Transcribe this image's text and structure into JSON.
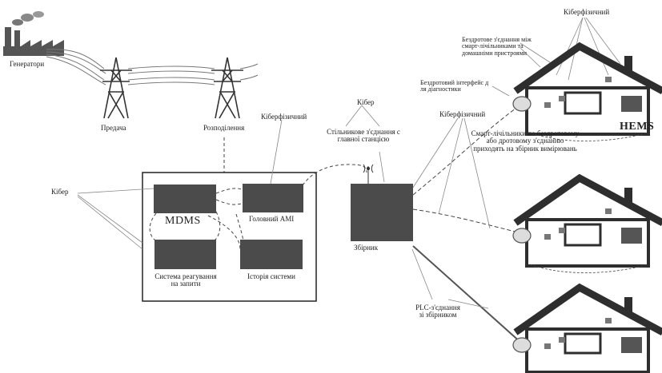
{
  "labels": {
    "generators": "Генератори",
    "transmission": "Предача",
    "distribution": "Розподілення",
    "cyber_left": "Кібер",
    "cyberphysical_mid": "Кіберфізичний",
    "cyber_mid": "Кібер",
    "cellular_line1": "Стільникове з'єднання с",
    "cellular_line2": "главної станцією",
    "cyberphysical_top": "Кіберфізичний",
    "wireless_line1": "Бездротове з'єднання між",
    "wireless_line2": "смарт-лічільниками та",
    "wireless_line3": "домашніми пристроями",
    "diag_line1": "Бездротовий інтерфейс д",
    "diag_line2": "ля діагностики",
    "cyberphysical_right": "Кіберфізичний",
    "hems": "HEMS",
    "smart_line1": "Смарт-лічільники по бездротовому",
    "smart_line2": "або дротовому з'єднанню",
    "smart_line3": "приходять на збірник вимірювань",
    "mdms": "MDMS",
    "main_ami": "Головний AMI",
    "response_line1": "Система реагування",
    "response_line2": "на запити",
    "history": "Історія системи",
    "collector": "Збірник",
    "plc_line1": "PLC-з'єднання",
    "plc_line2": "зі збірником"
  },
  "colors": {
    "box_fill": "#4b4b4b",
    "house_outline": "#2e2e2e",
    "line": "#444444"
  }
}
